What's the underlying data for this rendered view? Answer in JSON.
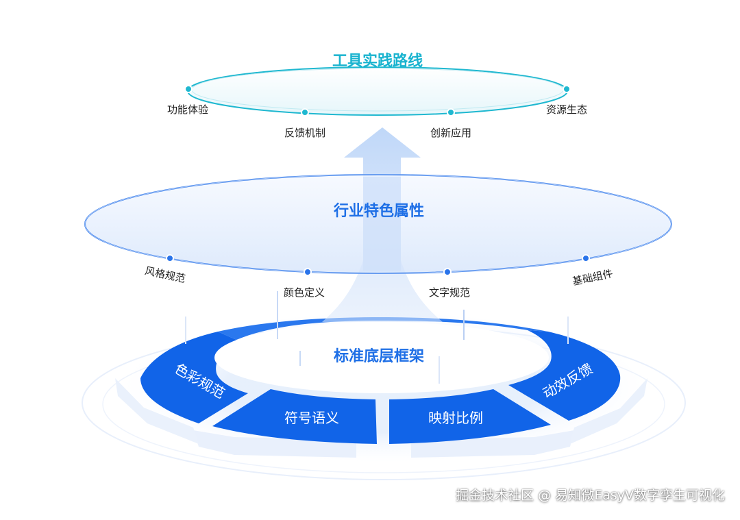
{
  "top_layer": {
    "title": "工具实践路线",
    "nodes": [
      "功能体验",
      "反馈机制",
      "创新应用",
      "资源生态"
    ]
  },
  "middle_layer": {
    "title": "行业特色属性",
    "nodes": [
      "风格规范",
      "颜色定义",
      "文字规范",
      "基础组件"
    ]
  },
  "base_layer": {
    "title": "标准底层框架",
    "segments": [
      "色彩规范",
      "符号语义",
      "映射比例",
      "动效反馈"
    ]
  },
  "watermark": "掘金技术社区 @ 易知微EasyV数字孪生可视化",
  "colors": {
    "top_accent": "#1fb8d0",
    "middle_accent": "#1f6fe0",
    "base_segment": "#1164e8",
    "title_blue": "#1e6fe6",
    "title_cyan": "#19b3cf"
  }
}
